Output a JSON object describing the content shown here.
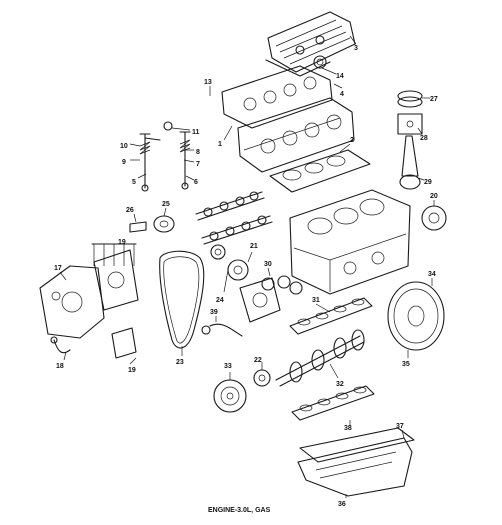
{
  "caption": "ENGINE-3.0L, GAS",
  "callouts": {
    "c1": "1",
    "c2": "2",
    "c3": "3",
    "c4": "4",
    "c5": "5",
    "c6": "6",
    "c7": "7",
    "c8": "8",
    "c9": "9",
    "c10": "10",
    "c11": "11",
    "c13": "13",
    "c14": "14",
    "c17": "17",
    "c18": "18",
    "c19": "19",
    "c20": "20",
    "c21": "21",
    "c22": "22",
    "c23": "23",
    "c24": "24",
    "c25": "25",
    "c26": "26",
    "c27": "27",
    "c28": "28",
    "c29": "29",
    "c30": "30",
    "c31": "31",
    "c32": "32",
    "c33": "33",
    "c34": "34",
    "c35": "35",
    "c36": "36",
    "c37": "37",
    "c38": "38",
    "c39": "39"
  }
}
